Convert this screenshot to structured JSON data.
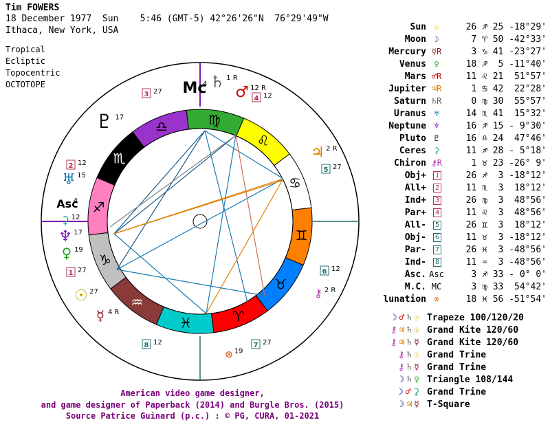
{
  "header": {
    "name": "Tim FOWERS",
    "date_line": "18 December 1977  Sun    5:46 (GMT-5) 42°26'26\"N  76°29'49\"W",
    "place": "Ithaca, New York, USA"
  },
  "options": [
    "Tropical",
    "Ecliptic",
    "Topocentric",
    "OCTOTOPE"
  ],
  "planets": [
    {
      "name": "Sun",
      "glyph": "☉",
      "color": "#c9a400",
      "value": "26 ♐ 25 -18°29'"
    },
    {
      "name": "Moon",
      "glyph": "☽",
      "color": "#000080",
      "value": "7 ♈ 50 -42°33'"
    },
    {
      "name": "Mercury",
      "glyph": "☿R",
      "color": "#8b1a1a",
      "value": "3 ♑ 41 -23°27'"
    },
    {
      "name": "Venus",
      "glyph": "♀",
      "color": "#1aa31a",
      "value": "18 ♐  5 -11°40'"
    },
    {
      "name": "Mars",
      "glyph": "♂R",
      "color": "#d00000",
      "value": "11 ♌ 21  51°57'"
    },
    {
      "name": "Jupiter",
      "glyph": "♃R",
      "color": "#e08000",
      "value": "1 ♋ 42  22°28'"
    },
    {
      "name": "Saturn",
      "glyph": "♄R",
      "color": "#606060",
      "value": "0 ♍ 30  55°57'"
    },
    {
      "name": "Uranus",
      "glyph": "♅",
      "color": "#1a7ab0",
      "value": "14 ♏ 41  15°32'"
    },
    {
      "name": "Neptune",
      "glyph": "♆",
      "color": "#7a1ab0",
      "value": "16 ♐ 15 - 9°30'"
    },
    {
      "name": "Pluto",
      "glyph": "♇",
      "color": "#000000",
      "value": "16 ♎ 24  47°46'"
    },
    {
      "name": "Ceres",
      "glyph": "⚳",
      "color": "#20a0a0",
      "value": "11 ♐ 28 - 5°18'"
    },
    {
      "name": "Chiron",
      "glyph": "⚷R",
      "color": "#b030b0",
      "value": "1 ♉ 23 -26° 9'"
    },
    {
      "name": "Obj+",
      "glyph": "1",
      "color": "#b03050",
      "value": "26 ♐  3 -18°12'"
    },
    {
      "name": "All+",
      "glyph": "2",
      "color": "#b03050",
      "value": "11 ♏  3  18°12'"
    },
    {
      "name": "Ind+",
      "glyph": "3",
      "color": "#b03050",
      "value": "26 ♍  3  48°56'"
    },
    {
      "name": "Par+",
      "glyph": "4",
      "color": "#b03050",
      "value": "11 ♌  3  48°56'"
    },
    {
      "name": "All-",
      "glyph": "5",
      "color": "#207070",
      "value": "26 ♊  3  18°12'"
    },
    {
      "name": "Obj-",
      "glyph": "6",
      "color": "#207070",
      "value": "11 ♉  3 -18°12'"
    },
    {
      "name": "Par-",
      "glyph": "7",
      "color": "#207070",
      "value": "26 ♓  3 -48°56'"
    },
    {
      "name": "Ind-",
      "glyph": "8",
      "color": "#207070",
      "value": "11 ♒  3 -48°56'"
    },
    {
      "name": "Asc.",
      "glyph": "Asc",
      "color": "#000000",
      "value": "3 ♐ 33 - 0° 0'"
    },
    {
      "name": "M.C.",
      "glyph": "MC",
      "color": "#000000",
      "value": "3 ♍ 33  54°42'"
    },
    {
      "name": "lunation",
      "glyph": "⊗",
      "color": "#e07030",
      "value": "18 ♓ 56 -51°54'"
    }
  ],
  "aspects": [
    {
      "glyphs": "☽♂♄☉",
      "label": "Trapeze 100/120/20"
    },
    {
      "glyphs": "⚷♃♄☉",
      "label": "Grand Kite 120/60"
    },
    {
      "glyphs": "⚷♃♄☿",
      "label": "Grand Kite 120/60"
    },
    {
      "glyphs": "⚷♄☉",
      "label": "Grand Trine"
    },
    {
      "glyphs": "⚷♄☿",
      "label": "Grand Trine"
    },
    {
      "glyphs": "☽♄♀",
      "label": "Triangle 108/144"
    },
    {
      "glyphs": "☽♂⚳",
      "label": "Grand Trine"
    },
    {
      "glyphs": "☽♃☿",
      "label": "T-Square"
    }
  ],
  "footer": [
    "American video game designer,",
    "and game designer of Paperback (2014) and Burgle Bros. (2015)",
    "Source Patrice Guinard (p.c.) : © PG, CURA, 01-2021"
  ],
  "wheel": {
    "signs": [
      {
        "glyph": "♐",
        "color": "#ff80c0"
      },
      {
        "glyph": "♏",
        "color": "#000000"
      },
      {
        "glyph": "♎",
        "color": "#9933cc"
      },
      {
        "glyph": "♍",
        "color": "#33aa33"
      },
      {
        "glyph": "♌",
        "color": "#ffff00"
      },
      {
        "glyph": "♋",
        "color": "#ffffff"
      },
      {
        "glyph": "♊",
        "color": "#ff8000"
      },
      {
        "glyph": "♉",
        "color": "#0080ff"
      },
      {
        "glyph": "♈",
        "color": "#ff0000"
      },
      {
        "glyph": "♓",
        "color": "#00cccc"
      },
      {
        "glyph": "♒",
        "color": "#8b3a3a"
      },
      {
        "glyph": "♑",
        "color": "#c0c0c0"
      }
    ],
    "labels": [
      {
        "text": "♇",
        "sub": "17",
        "color": "#000000"
      },
      {
        "text": "Mc",
        "sub": "4",
        "color": "#000000"
      },
      {
        "text": "♄",
        "sub": "1 R",
        "color": "#606060"
      },
      {
        "text": "♂",
        "sub": "12 R",
        "color": "#d00000"
      },
      {
        "text": "♃",
        "sub": "2 R",
        "color": "#e08000"
      },
      {
        "text": "♅",
        "sub": "15",
        "color": "#1a7ab0"
      },
      {
        "text": "Asc",
        "sub": "4",
        "color": "#000000"
      },
      {
        "text": "⚳",
        "sub": "12",
        "color": "#20a0a0"
      },
      {
        "text": "♆",
        "sub": "17",
        "color": "#7a1ab0"
      },
      {
        "text": "♀",
        "sub": "19",
        "color": "#1aa31a"
      },
      {
        "text": "☉",
        "sub": "27",
        "color": "#c9a400"
      },
      {
        "text": "☿",
        "sub": "4 R",
        "color": "#8b1a1a"
      },
      {
        "text": "⚷",
        "sub": "2 R",
        "color": "#b030b0"
      },
      {
        "text": "⊗",
        "sub": "19",
        "color": "#e07030"
      },
      {
        "text": "1",
        "sub": "27",
        "color": "#b03050"
      },
      {
        "text": "2",
        "sub": "12",
        "color": "#b03050"
      },
      {
        "text": "3",
        "sub": "27",
        "color": "#b03050"
      },
      {
        "text": "4",
        "sub": "12",
        "color": "#b03050"
      },
      {
        "text": "5",
        "sub": "27",
        "color": "#207070"
      },
      {
        "text": "6",
        "sub": "12",
        "color": "#207070"
      },
      {
        "text": "7",
        "sub": "27",
        "color": "#207070"
      },
      {
        "text": "8",
        "sub": "12",
        "color": "#207070"
      }
    ]
  }
}
